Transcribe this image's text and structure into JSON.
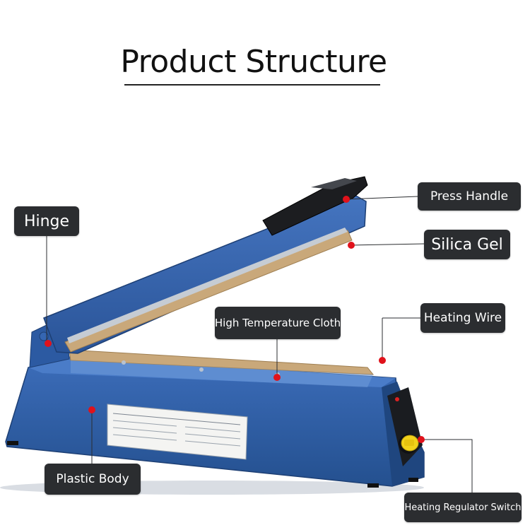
{
  "title": "Product Structure",
  "labels": {
    "hinge": "Hinge",
    "press_handle": "Press Handle",
    "silica_gel": "Silica Gel",
    "high_temperature_cloth": "High Temperature Cloth",
    "heating_wire": "Heating Wire",
    "plastic_body": "Plastic Body",
    "heating_regulator_switch": "Heating Regulator Switch"
  },
  "colors": {
    "body_blue": "#2f5ea8",
    "label_bg": "#2b2d30",
    "marker_red": "#e0121b",
    "knob_yellow": "#f2d21a"
  }
}
